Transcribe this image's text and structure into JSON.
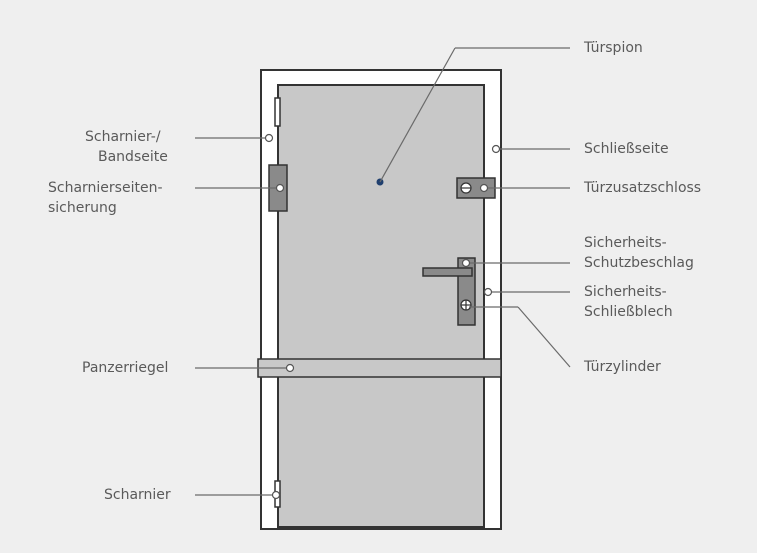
{
  "labels": {
    "tuerspion": "Türspion",
    "schliessseite": "Schließseite",
    "tuerzusatzschloss": "Türzusatzschloss",
    "sicherheits_schutzbeschlag_1": "Sicherheits-",
    "sicherheits_schutzbeschlag_2": "Schutzbeschlag",
    "sicherheits_schliessblech_1": "Sicherheits-",
    "sicherheits_schliessblech_2": "Schließblech",
    "tuerzylinder": "Türzylinder",
    "scharnier_bandseite_1": "Scharnier-/",
    "scharnier_bandseite_2": "Bandseite",
    "scharnierseitensicherung_1": "Scharnierseiten-",
    "scharnierseitensicherung_2": "sicherung",
    "panzerriegel": "Panzerriegel",
    "scharnier": "Scharnier"
  },
  "colors": {
    "background": "#efefef",
    "door_leaf": "#c8c8c8",
    "hardware": "#8a8a8a",
    "stroke": "#333333",
    "leader": "#6a6a6a",
    "peephole": "#1f3f6e",
    "text": "#5a5a5a"
  }
}
